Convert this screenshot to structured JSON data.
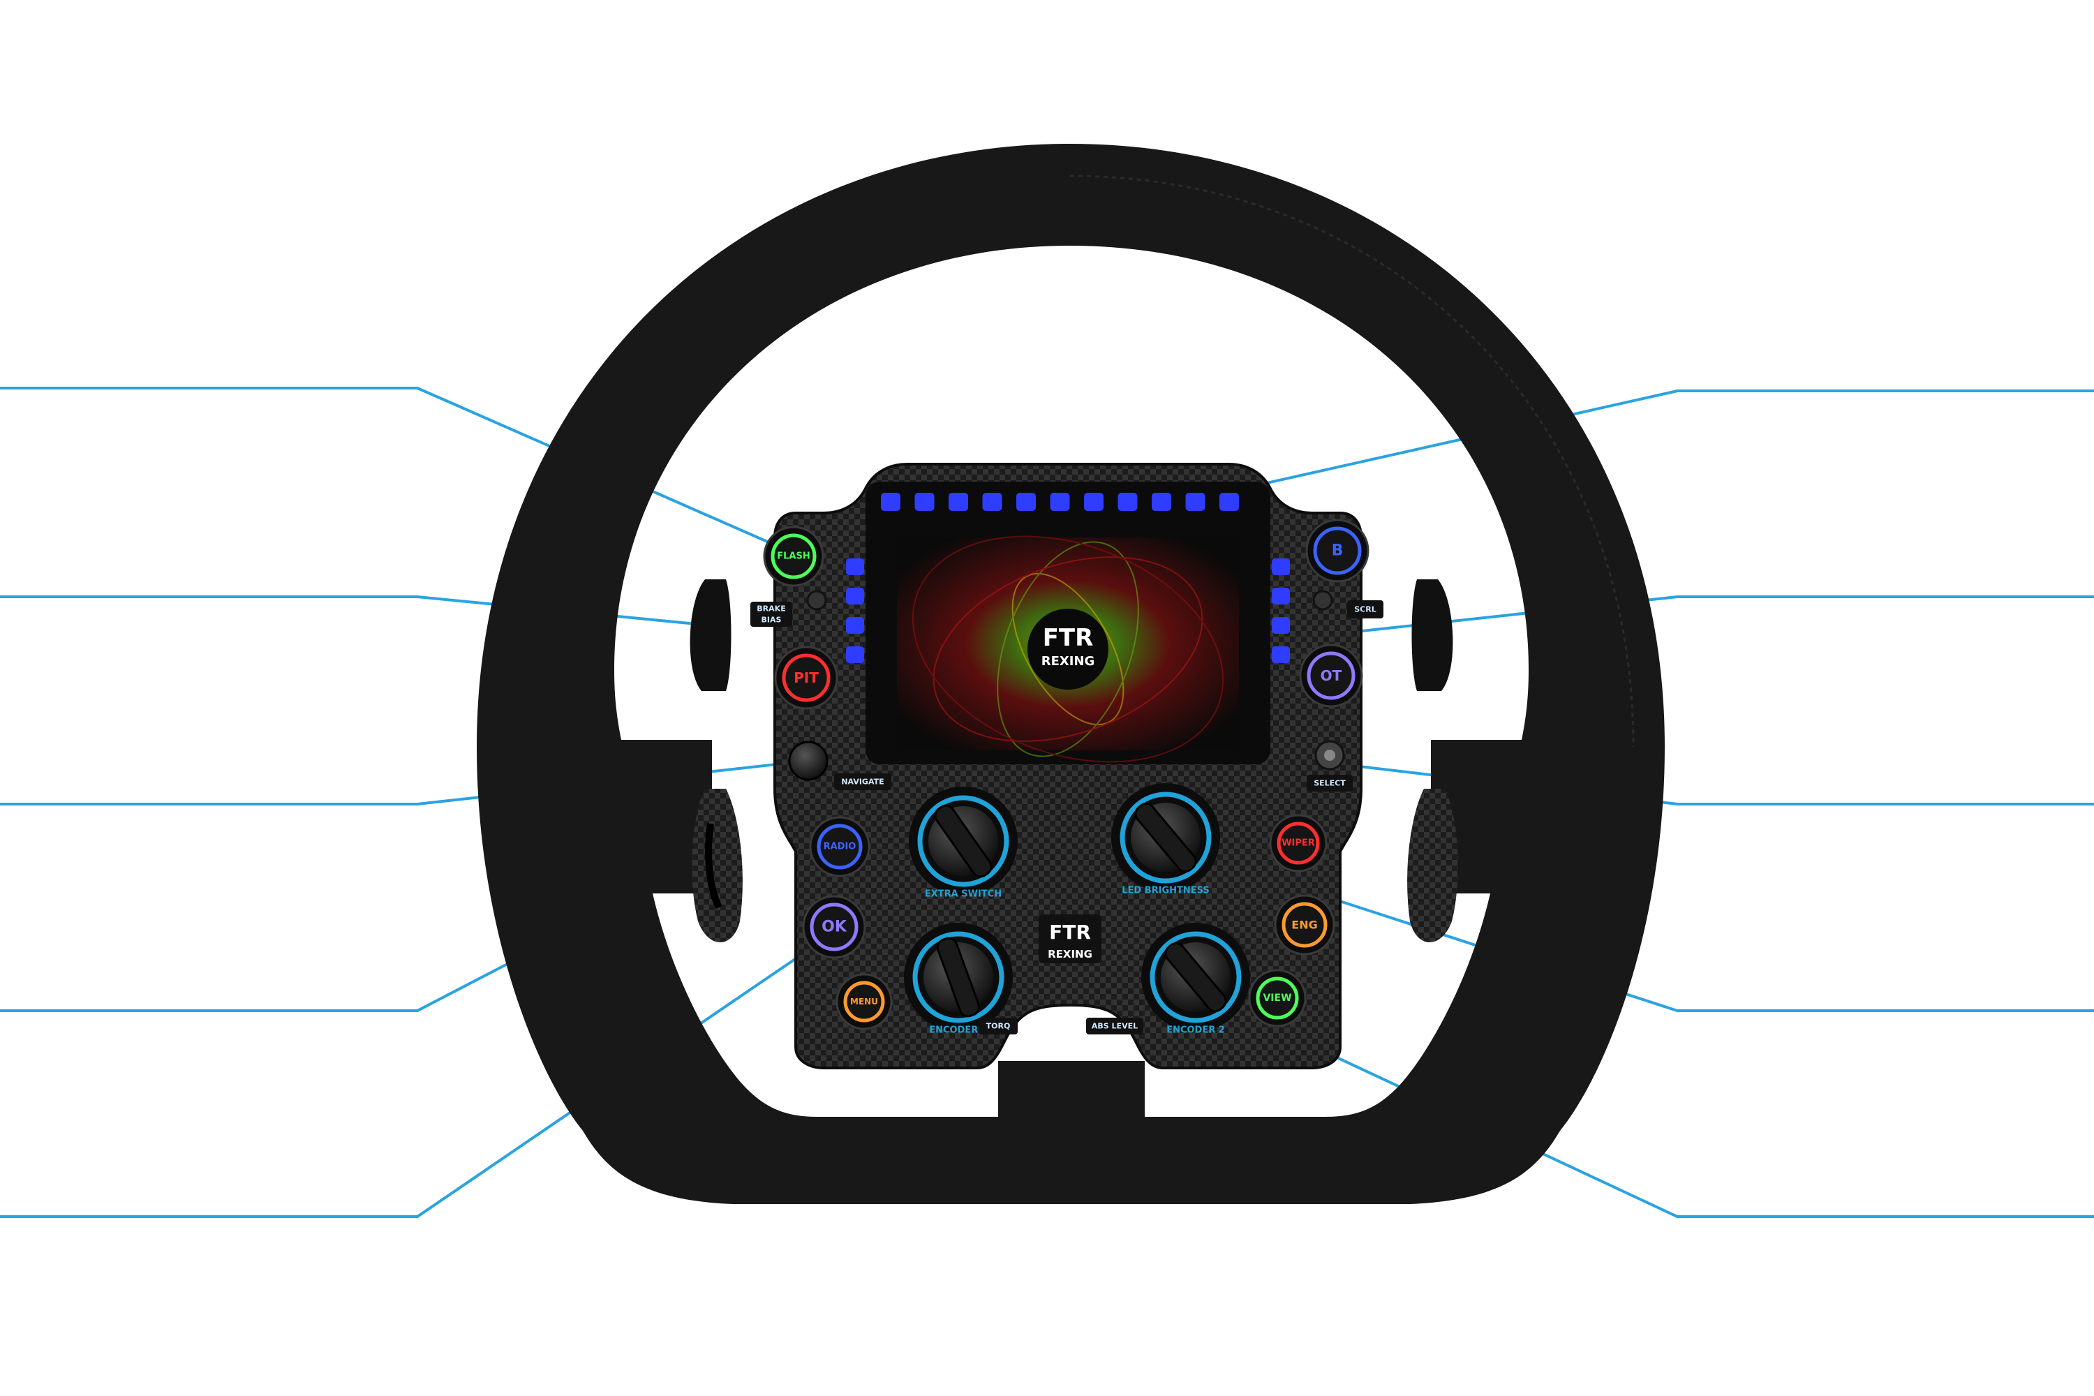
{
  "colors": {
    "callout": "#2aa3e0",
    "label_text": "#49b8e8",
    "suede": "#161616",
    "carbon": "#2a2a2a",
    "led_blue": "#2e3dff",
    "encoder_ring": "#1fa3d9",
    "green": "#4cff59",
    "red": "#ff2f2f",
    "blue": "#3b63ff",
    "orange": "#ff9a2e",
    "purple": "#8e79ff",
    "white": "#ffffff"
  },
  "brand": {
    "logo_mark": "FTR",
    "logo_word": "REXING"
  },
  "buttons": {
    "flash": {
      "label": "FLASH",
      "color": "green"
    },
    "pit": {
      "label": "PIT",
      "color": "red"
    },
    "radio": {
      "label": "RADIO",
      "color": "blue"
    },
    "ok": {
      "label": "OK",
      "color": "purple"
    },
    "menu": {
      "label": "MENU",
      "color": "orange"
    },
    "b": {
      "label": "B",
      "color": "blue"
    },
    "ot": {
      "label": "OT",
      "color": "purple"
    },
    "wiper": {
      "label": "WIPER",
      "color": "red"
    },
    "eng": {
      "label": "ENG",
      "color": "orange"
    },
    "view": {
      "label": "VIEW",
      "color": "green"
    }
  },
  "panel_labels": {
    "brake_bias_1": "BRAKE",
    "brake_bias_2": "BIAS",
    "scrl": "SCRL",
    "navigate": "NAVIGATE",
    "select": "SELECT",
    "torq": "TORQ",
    "abs_level": "ABS LEVEL"
  },
  "encoders": {
    "extra_switch": "EXTRA SWITCH",
    "led_brightness": "LED BRIGHTNESS",
    "encoder_1": "ENCODER 1",
    "encoder_2": "ENCODER 2"
  },
  "rev_leds": {
    "top_count": 11,
    "side_count": 4
  }
}
